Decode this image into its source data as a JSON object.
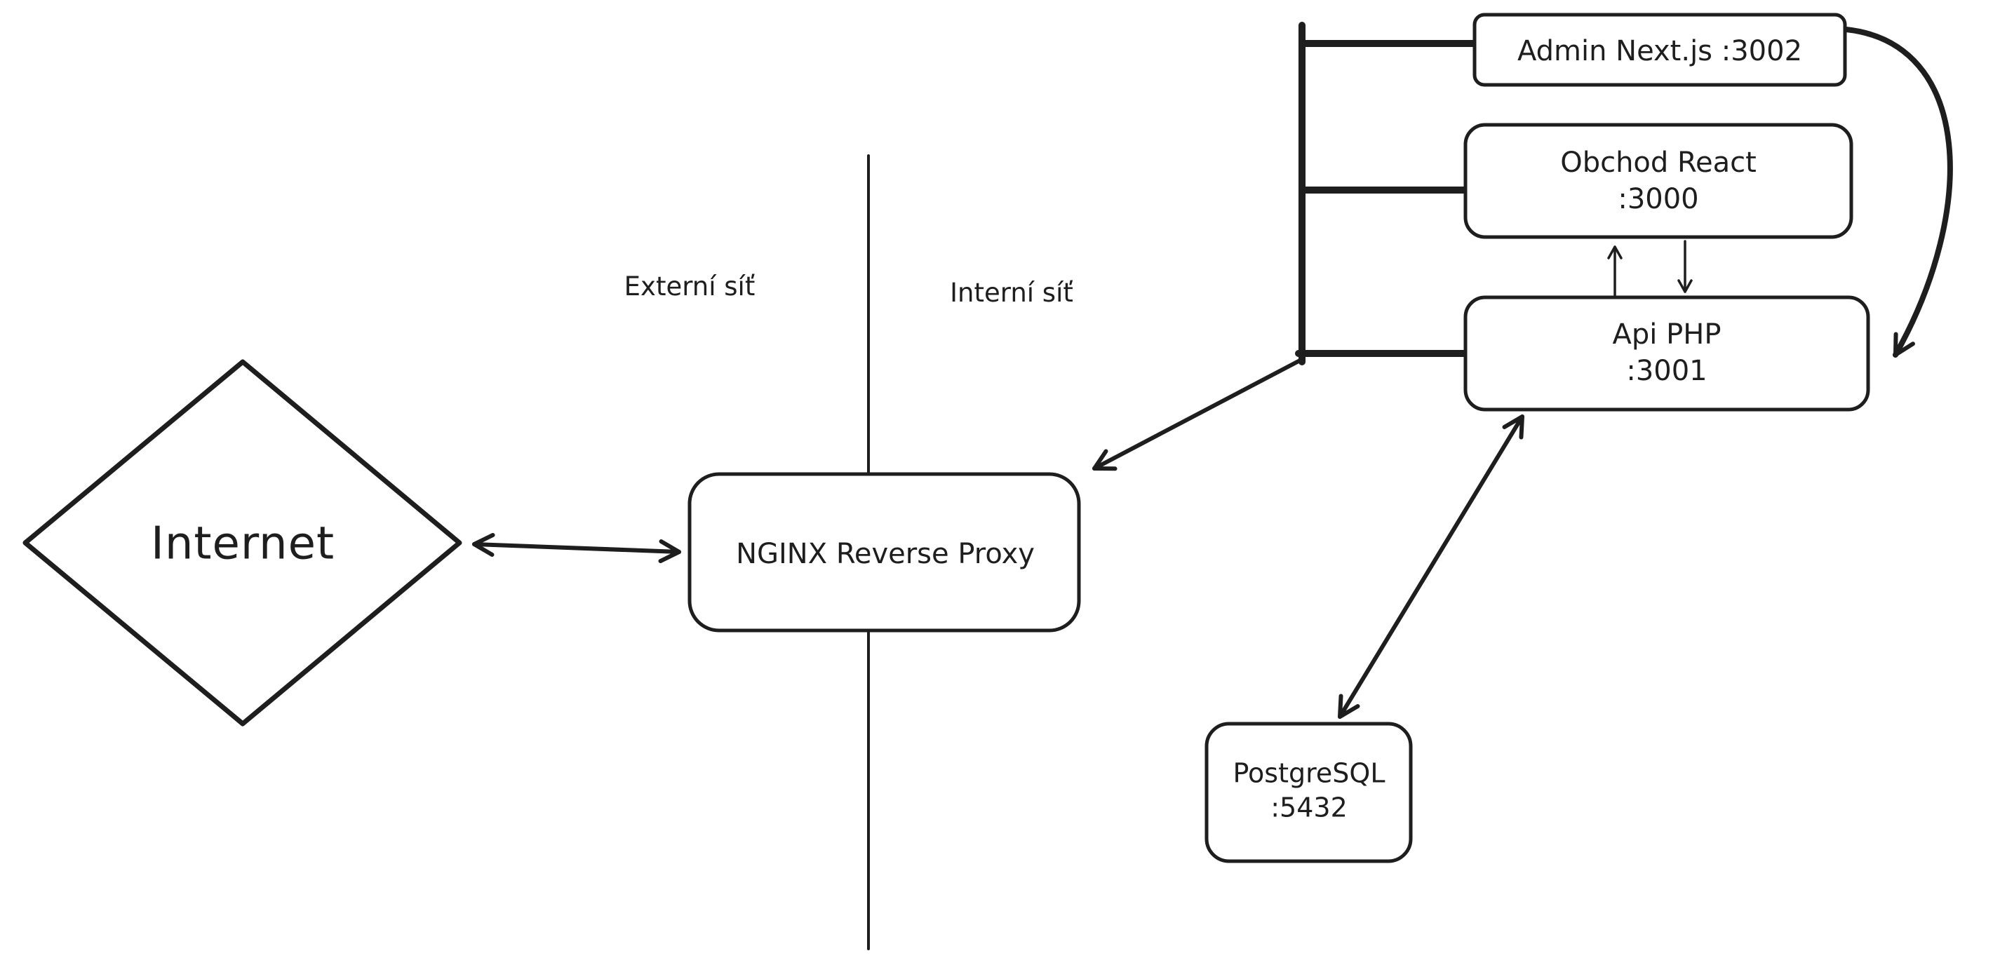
{
  "nodes": {
    "internet": {
      "label": "Internet"
    },
    "nginx": {
      "label": "NGINX Reverse Proxy"
    },
    "admin": {
      "label": "Admin Next.js :3002"
    },
    "obchod": {
      "line1": "Obchod React",
      "line2": ":3000"
    },
    "api": {
      "line1": "Api PHP",
      "line2": ":3001"
    },
    "postgres": {
      "line1": "PostgreSQL",
      "line2": ":5432"
    }
  },
  "zones": {
    "external": "Externí síť",
    "internal": "Interní síť"
  },
  "colors": {
    "stroke": "#1e1e1e",
    "canvas_background": "#ffffff"
  }
}
